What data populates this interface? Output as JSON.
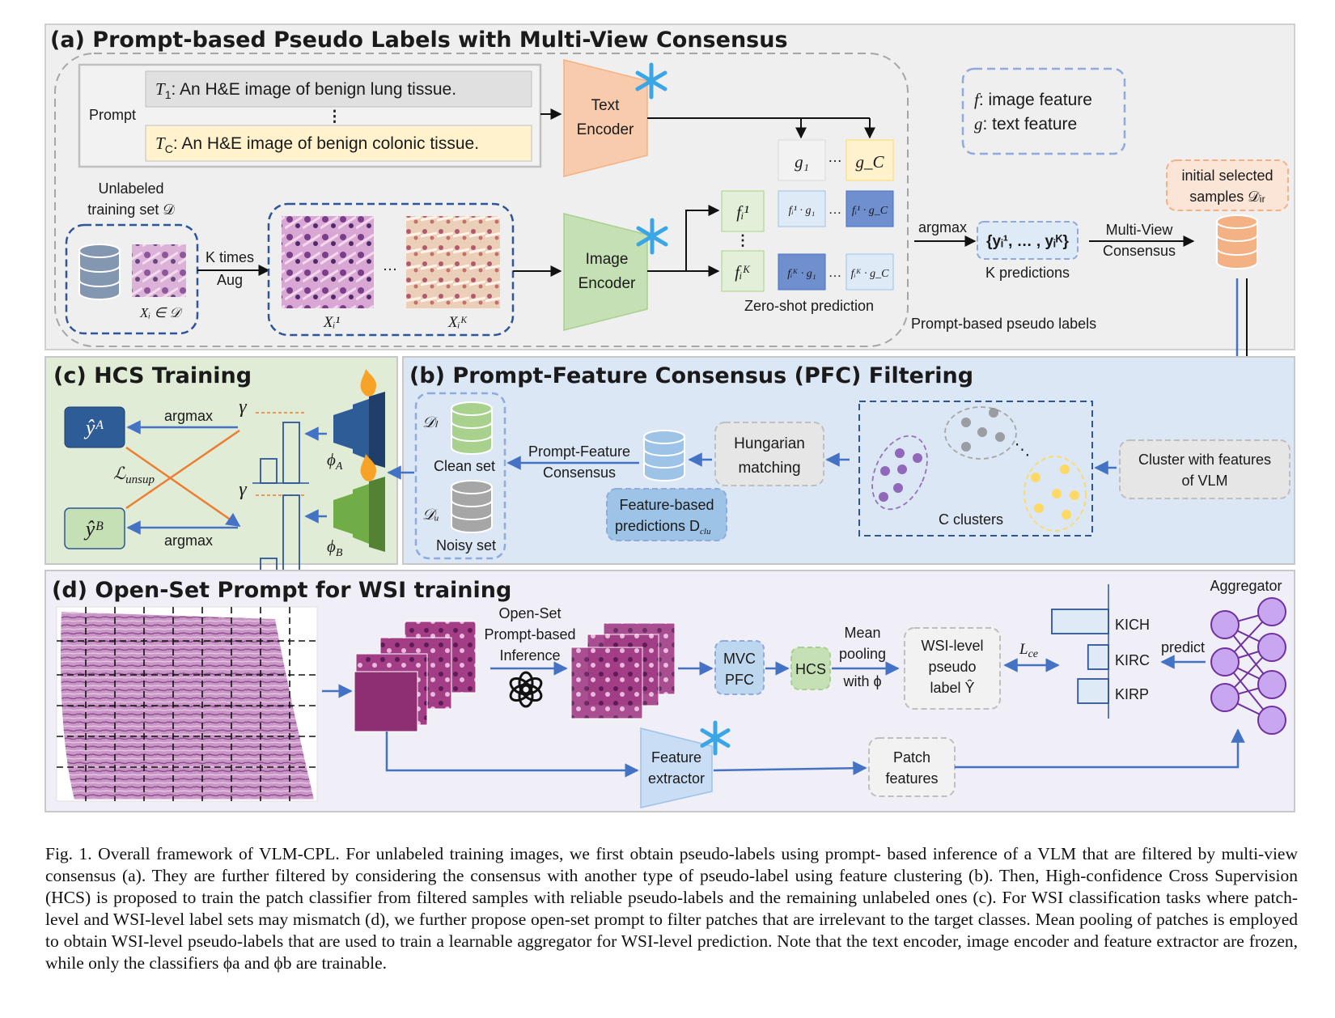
{
  "colors": {
    "panel_a_bg": "#efefef",
    "panel_b_bg": "#dbe7f4",
    "panel_c_bg": "#e0ecd6",
    "panel_d_bg": "#f0eef6",
    "arrow_blue": "#4472c4",
    "orange_cross": "#ed7d31",
    "text_encoder": "#f8cbad",
    "image_encoder": "#c5e0b4",
    "database_blue": "#8497b0",
    "database_green": "#a9d18e",
    "database_orange": "#f4b183",
    "aggregator_purple": "#c9a7f0",
    "flame": "#f7a325"
  },
  "panel_a": {
    "title": "(a) Prompt-based Pseudo Labels with Multi-View Consensus",
    "prompt_label": "Prompt",
    "prompt_t1_sym": "T",
    "prompt_t1_sub": "1",
    "prompt_t1_text": ": An H&E image of benign lung tissue.",
    "prompt_dots": "⋮",
    "prompt_tc_sym": "T",
    "prompt_tc_sub": "C",
    "prompt_tc_text": ": An H&E image of benign colonic tissue.",
    "text_encoder_l1": "Text",
    "text_encoder_l2": "Encoder",
    "image_encoder_l1": "Image",
    "image_encoder_l2": "Encoder",
    "unlabeled_l1": "Unlabeled",
    "unlabeled_l2": "training set 𝒟",
    "xi_label": "Xᵢ ∈ 𝒟",
    "k_times": "K times",
    "aug": "Aug",
    "x1_label": "Xᵢ¹",
    "xk_label": "Xᵢᴷ",
    "aug_dots": "…",
    "g1": "g₁",
    "gc": "g_C",
    "g_dots": "…",
    "f1": "fᵢ¹",
    "fk": "fᵢᴷ",
    "f_vdots": "⋮",
    "cell_f1g1": "fᵢ¹ · g₁",
    "cell_f1gc": "fᵢ¹ · g_C",
    "cell_fkg1": "fᵢᴷ · g₁",
    "cell_fkgc": "fᵢᴷ · g_C",
    "cell_dots": "…",
    "zero_shot": "Zero-shot prediction",
    "legend_f": "f",
    "legend_f_text": ": image feature",
    "legend_g": "g",
    "legend_g_text": ": text feature",
    "argmax": "argmax",
    "predictions_set": "{yᵢ¹, … , yᵢᴷ}",
    "k_predictions": "K predictions",
    "multiview_l1": "Multi-View",
    "multiview_l2": "Consensus",
    "initial_l1": "initial selected",
    "initial_l2": "samples 𝒟ᵢᵣ",
    "prompt_pseudo": "Prompt-based pseudo labels"
  },
  "panel_b": {
    "title": "(b) Prompt-Feature Consensus (PFC) Filtering",
    "dl": "𝒟ₗ",
    "clean_set": "Clean set",
    "du": "𝒟ᵤ",
    "noisy_set": "Noisy set",
    "pfc_l1": "Prompt-Feature",
    "pfc_l2": "Consensus",
    "feature_pred_l1": "Feature-based",
    "feature_pred_l2": "predictions D",
    "feature_pred_sub": "clu",
    "hungarian_l1": "Hungarian",
    "hungarian_l2": "matching",
    "cluster_dots": "⋱",
    "c_clusters": "C clusters",
    "cluster_vlm_l1": "Cluster with features",
    "cluster_vlm_l2": "of  VLM"
  },
  "panel_c": {
    "title": "(c) HCS Training",
    "ya": "ŷᴬ",
    "yb": "ŷᴮ",
    "argmax_a": "argmax",
    "argmax_b": "argmax",
    "l_unsup": "ℒ",
    "l_unsup_sub": "unsup",
    "gamma_a": "γ",
    "gamma_b": "γ",
    "phi_a": "ϕ",
    "phi_a_sub": "A",
    "phi_b": "ϕ",
    "phi_b_sub": "B"
  },
  "panel_d": {
    "title": "(d) Open-Set Prompt for WSI training",
    "openset_l1": "Open-Set",
    "openset_l2": "Prompt-based",
    "openset_l3": "Inference",
    "mvc_l1": "MVC",
    "mvc_l2": "PFC",
    "hcs": "HCS",
    "mean_l1": "Mean",
    "mean_l2": "pooling",
    "mean_l3": "with ϕ",
    "wsi_l1": "WSI-level",
    "wsi_l2": "pseudo",
    "wsi_l3": "label Ŷ",
    "lce": "L",
    "lce_sub": "ce",
    "kich": "KICH",
    "kirc": "KIRC",
    "kirp": "KIRP",
    "bar_values": [
      1.0,
      0.36,
      0.54
    ],
    "predict": "predict",
    "aggregator": "Aggregator",
    "feat_l1": "Feature",
    "feat_l2": "extractor",
    "patch_l1": "Patch",
    "patch_l2": "features"
  },
  "caption": "Fig. 1.  Overall framework of VLM-CPL. For unlabeled training images, we first obtain pseudo-labels using prompt- based inference of a VLM that are filtered by multi-view consensus (a). They are further filtered by considering the consensus with another type of pseudo-label using feature clustering (b). Then, High-confidence Cross Supervision (HCS) is proposed to train the patch classifier from filtered samples with reliable pseudo-labels and the remaining unlabeled ones (c). For WSI classification tasks where patch-level and WSI-level label sets may mismatch (d), we further propose open-set prompt to filter patches that are irrelevant to the target classes. Mean pooling of patches is employed to obtain WSI-level pseudo-labels that are used to train a learnable aggregator for WSI-level prediction. Note that the text encoder, image encoder and feature extractor are frozen, while only the classifiers ϕa and ϕb are trainable."
}
